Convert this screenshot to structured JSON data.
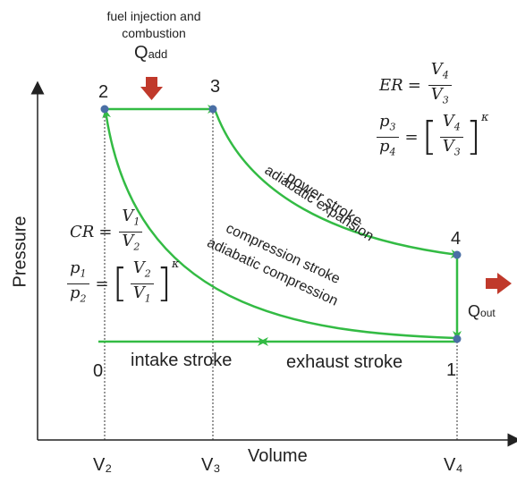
{
  "axes": {
    "ylabel": "Pressure",
    "xlabel": "Volume",
    "xticks": {
      "v2": "V₂",
      "v3": "V₃",
      "v4": "V₄"
    }
  },
  "heat": {
    "add_line1": "fuel injection and",
    "add_line2": "combustion",
    "add_Q": "Q",
    "add_sub": "add",
    "out_Q": "Q",
    "out_sub": "out"
  },
  "points": {
    "p0": "0",
    "p1": "1",
    "p2": "2",
    "p3": "3",
    "p4": "4"
  },
  "processes": {
    "power_line1": "power stroke",
    "power_line2": "adiabatic expansion",
    "compression_line1": "compression stroke",
    "compression_line2": "adiabatic compression",
    "intake": "intake stroke",
    "exhaust": "exhaust stroke"
  },
  "equations": {
    "er_lhs": "ER",
    "er_num": "V4",
    "er_den": "V3",
    "p_ratio_num": "p3",
    "p_ratio_den": "p4",
    "cr_lhs": "CR",
    "cr_num": "V1",
    "cr_den": "V2",
    "p_ratio2_num": "p1",
    "p_ratio2_den": "p2",
    "exponent": "κ"
  },
  "colors": {
    "curve": "#33bb44",
    "arrow": "#c0392b",
    "point": "#4a6fa5"
  }
}
